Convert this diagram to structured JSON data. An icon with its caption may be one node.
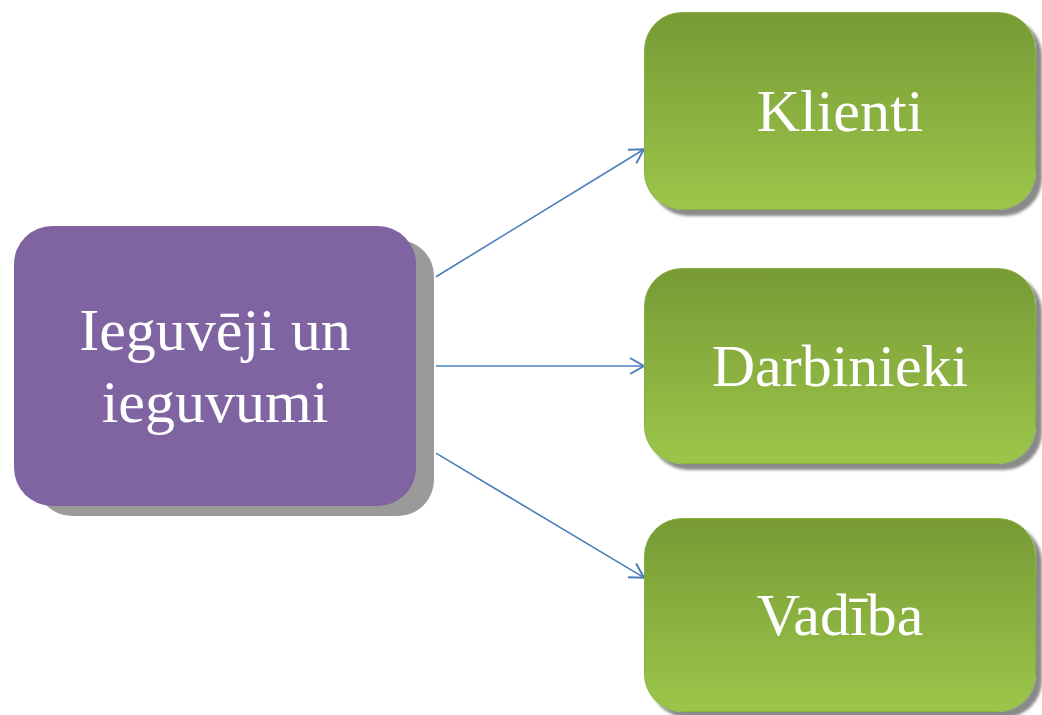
{
  "diagram": {
    "nodes": [
      {
        "text": [
          "Ieguvēji un ieguvumi"
        ]
      },
      {
        "text": [
          "Klienti"
        ]
      },
      {
        "text": [
          "Darbinieki"
        ]
      },
      {
        "text": [
          "Vadība"
        ]
      }
    ],
    "edges": [
      {
        "from": 0,
        "to": 1,
        "arrow": "to"
      },
      {
        "from": 0,
        "to": 2,
        "arrow": "to"
      },
      {
        "from": 0,
        "to": 3,
        "arrow": "to"
      }
    ]
  }
}
